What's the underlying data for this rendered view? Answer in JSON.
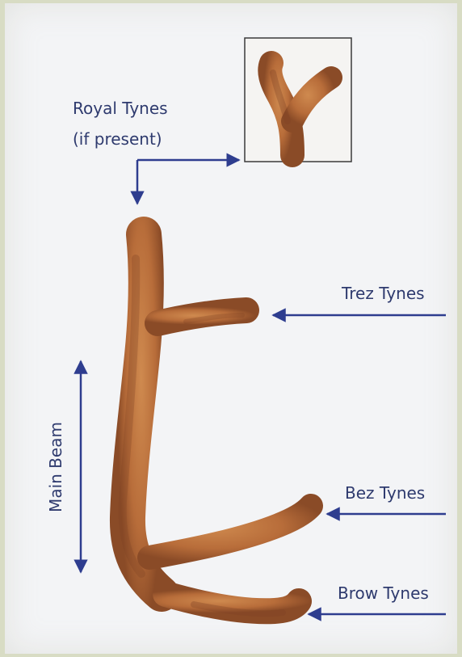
{
  "labels": {
    "royal_line1": "Royal Tynes",
    "royal_line2": "(if present)",
    "trez": "Trez Tynes",
    "main_beam": "Main Beam",
    "bez": "Bez Tynes",
    "brow": "Brow Tynes"
  },
  "colors": {
    "arrow": "#2e3d8f",
    "label_text": "#2e3a6e",
    "antler": "#b86d3a",
    "antler_dark": "#7e4324",
    "paper": "#f3f4f6"
  }
}
